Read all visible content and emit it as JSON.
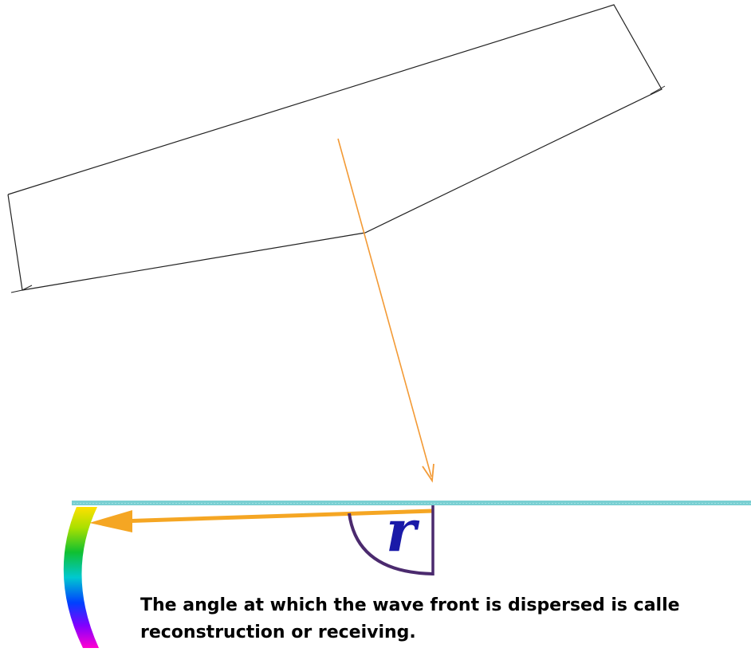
{
  "angle_symbol": "r",
  "caption": {
    "line1": "The angle at which the wave front is dispersed is calle",
    "line2": "reconstruction or receiving."
  },
  "colors": {
    "incident_ray": "#f39a35",
    "reflected_ray": "#f5a623",
    "surface": "#79cfd2",
    "angle_arc": "#4b2a6e",
    "prism_outline": "#222222",
    "spectrum": [
      "#ffe000",
      "#a8e000",
      "#10c030",
      "#00c8d0",
      "#0040ff",
      "#8000ff",
      "#ff00d0"
    ]
  },
  "icons": {
    "incident_arrow": "arrow-down-right",
    "reflected_arrow": "arrow-left"
  }
}
